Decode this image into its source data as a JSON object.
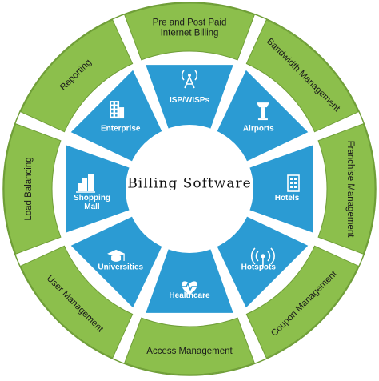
{
  "center": {
    "title": "Billing Software"
  },
  "colors": {
    "outer_ring": "#8cbf4c",
    "outer_border": "#ffffff",
    "inner_ring": "#2b9bd3",
    "inner_border": "#ffffff",
    "hub": "#ffffff",
    "ring_edge": "#6f9e37"
  },
  "outer_ring": [
    {
      "lines": [
        "Pre and Post Paid",
        "Internet Billing"
      ]
    },
    {
      "lines": [
        "Bandwidth Management"
      ]
    },
    {
      "lines": [
        "Franchise Management"
      ]
    },
    {
      "lines": [
        "Coupon Management"
      ]
    },
    {
      "lines": [
        "Access Management"
      ]
    },
    {
      "lines": [
        "User Management"
      ]
    },
    {
      "lines": [
        "Load Balancing"
      ]
    },
    {
      "lines": [
        "Reporting"
      ]
    }
  ],
  "inner_ring": [
    {
      "lines": [
        "ISP/WISPs"
      ],
      "icon": "antenna-tower-icon"
    },
    {
      "lines": [
        "Airports"
      ],
      "icon": "control-tower-icon"
    },
    {
      "lines": [
        "Hotels"
      ],
      "icon": "hotel-building-icon"
    },
    {
      "lines": [
        "Hotspots"
      ],
      "icon": "hotspot-signal-icon"
    },
    {
      "lines": [
        "Healthcare"
      ],
      "icon": "heart-pulse-icon"
    },
    {
      "lines": [
        "Universities"
      ],
      "icon": "graduation-cap-icon"
    },
    {
      "lines": [
        "Shopping",
        "Mall"
      ],
      "icon": "shopping-mall-icon"
    },
    {
      "lines": [
        "Enterprise"
      ],
      "icon": "office-building-icon"
    }
  ]
}
